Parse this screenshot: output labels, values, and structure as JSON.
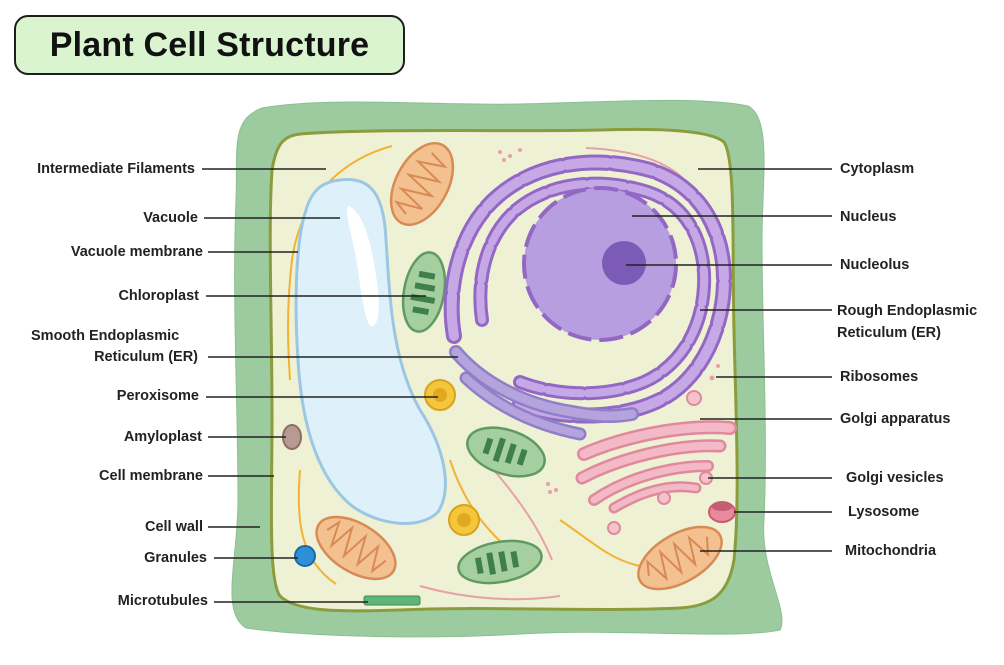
{
  "title": "Plant Cell Structure",
  "labels": {
    "intermediate_filaments": "Intermediate Filaments",
    "vacuole": "Vacuole",
    "vacuole_membrane": "Vacuole membrane",
    "chloroplast": "Chloroplast",
    "smooth_er_line1": "Smooth Endoplasmic",
    "smooth_er_line2": "Reticulum (ER)",
    "peroxisome": "Peroxisome",
    "amyloplast": "Amyloplast",
    "cell_membrane": "Cell membrane",
    "cell_wall": "Cell wall",
    "granules": "Granules",
    "microtubules": "Microtubules",
    "cytoplasm": "Cytoplasm",
    "nucleus": "Nucleus",
    "nucleolus": "Nucleolus",
    "rough_er_line1": "Rough Endoplasmic",
    "rough_er_line2": "Reticulum (ER)",
    "ribosomes": "Ribosomes",
    "golgi_apparatus": "Golgi apparatus",
    "golgi_vesicles": "Golgi vesicles",
    "lysosome": "Lysosome",
    "mitochondria": "Mitochondria"
  },
  "colors": {
    "cell_wall": "#9dcba0",
    "cytoplasm": "#eef1d4",
    "membrane": "#8a9c3c",
    "vacuole": "#def1fb",
    "vacuole_edge": "#9cc7e3",
    "nucleus": "#b79ee0",
    "nucleolus": "#7b5bb5",
    "er": "#bf9ee0",
    "er_edge": "#9268c4",
    "smooth_er": "#b4a3dc",
    "golgi": "#f4b9c6",
    "golgi_edge": "#e0899c",
    "mitochondria": "#f3c08f",
    "mitochondria_edge": "#d98a54",
    "chloroplast": "#a6cf9f",
    "chloroplast_edge": "#5f9a62",
    "peroxisome": "#f3c63c",
    "granule": "#2f8fd6",
    "amyloplast": "#b79a93",
    "filament": "#f2b233",
    "leader_line": "#222222"
  }
}
